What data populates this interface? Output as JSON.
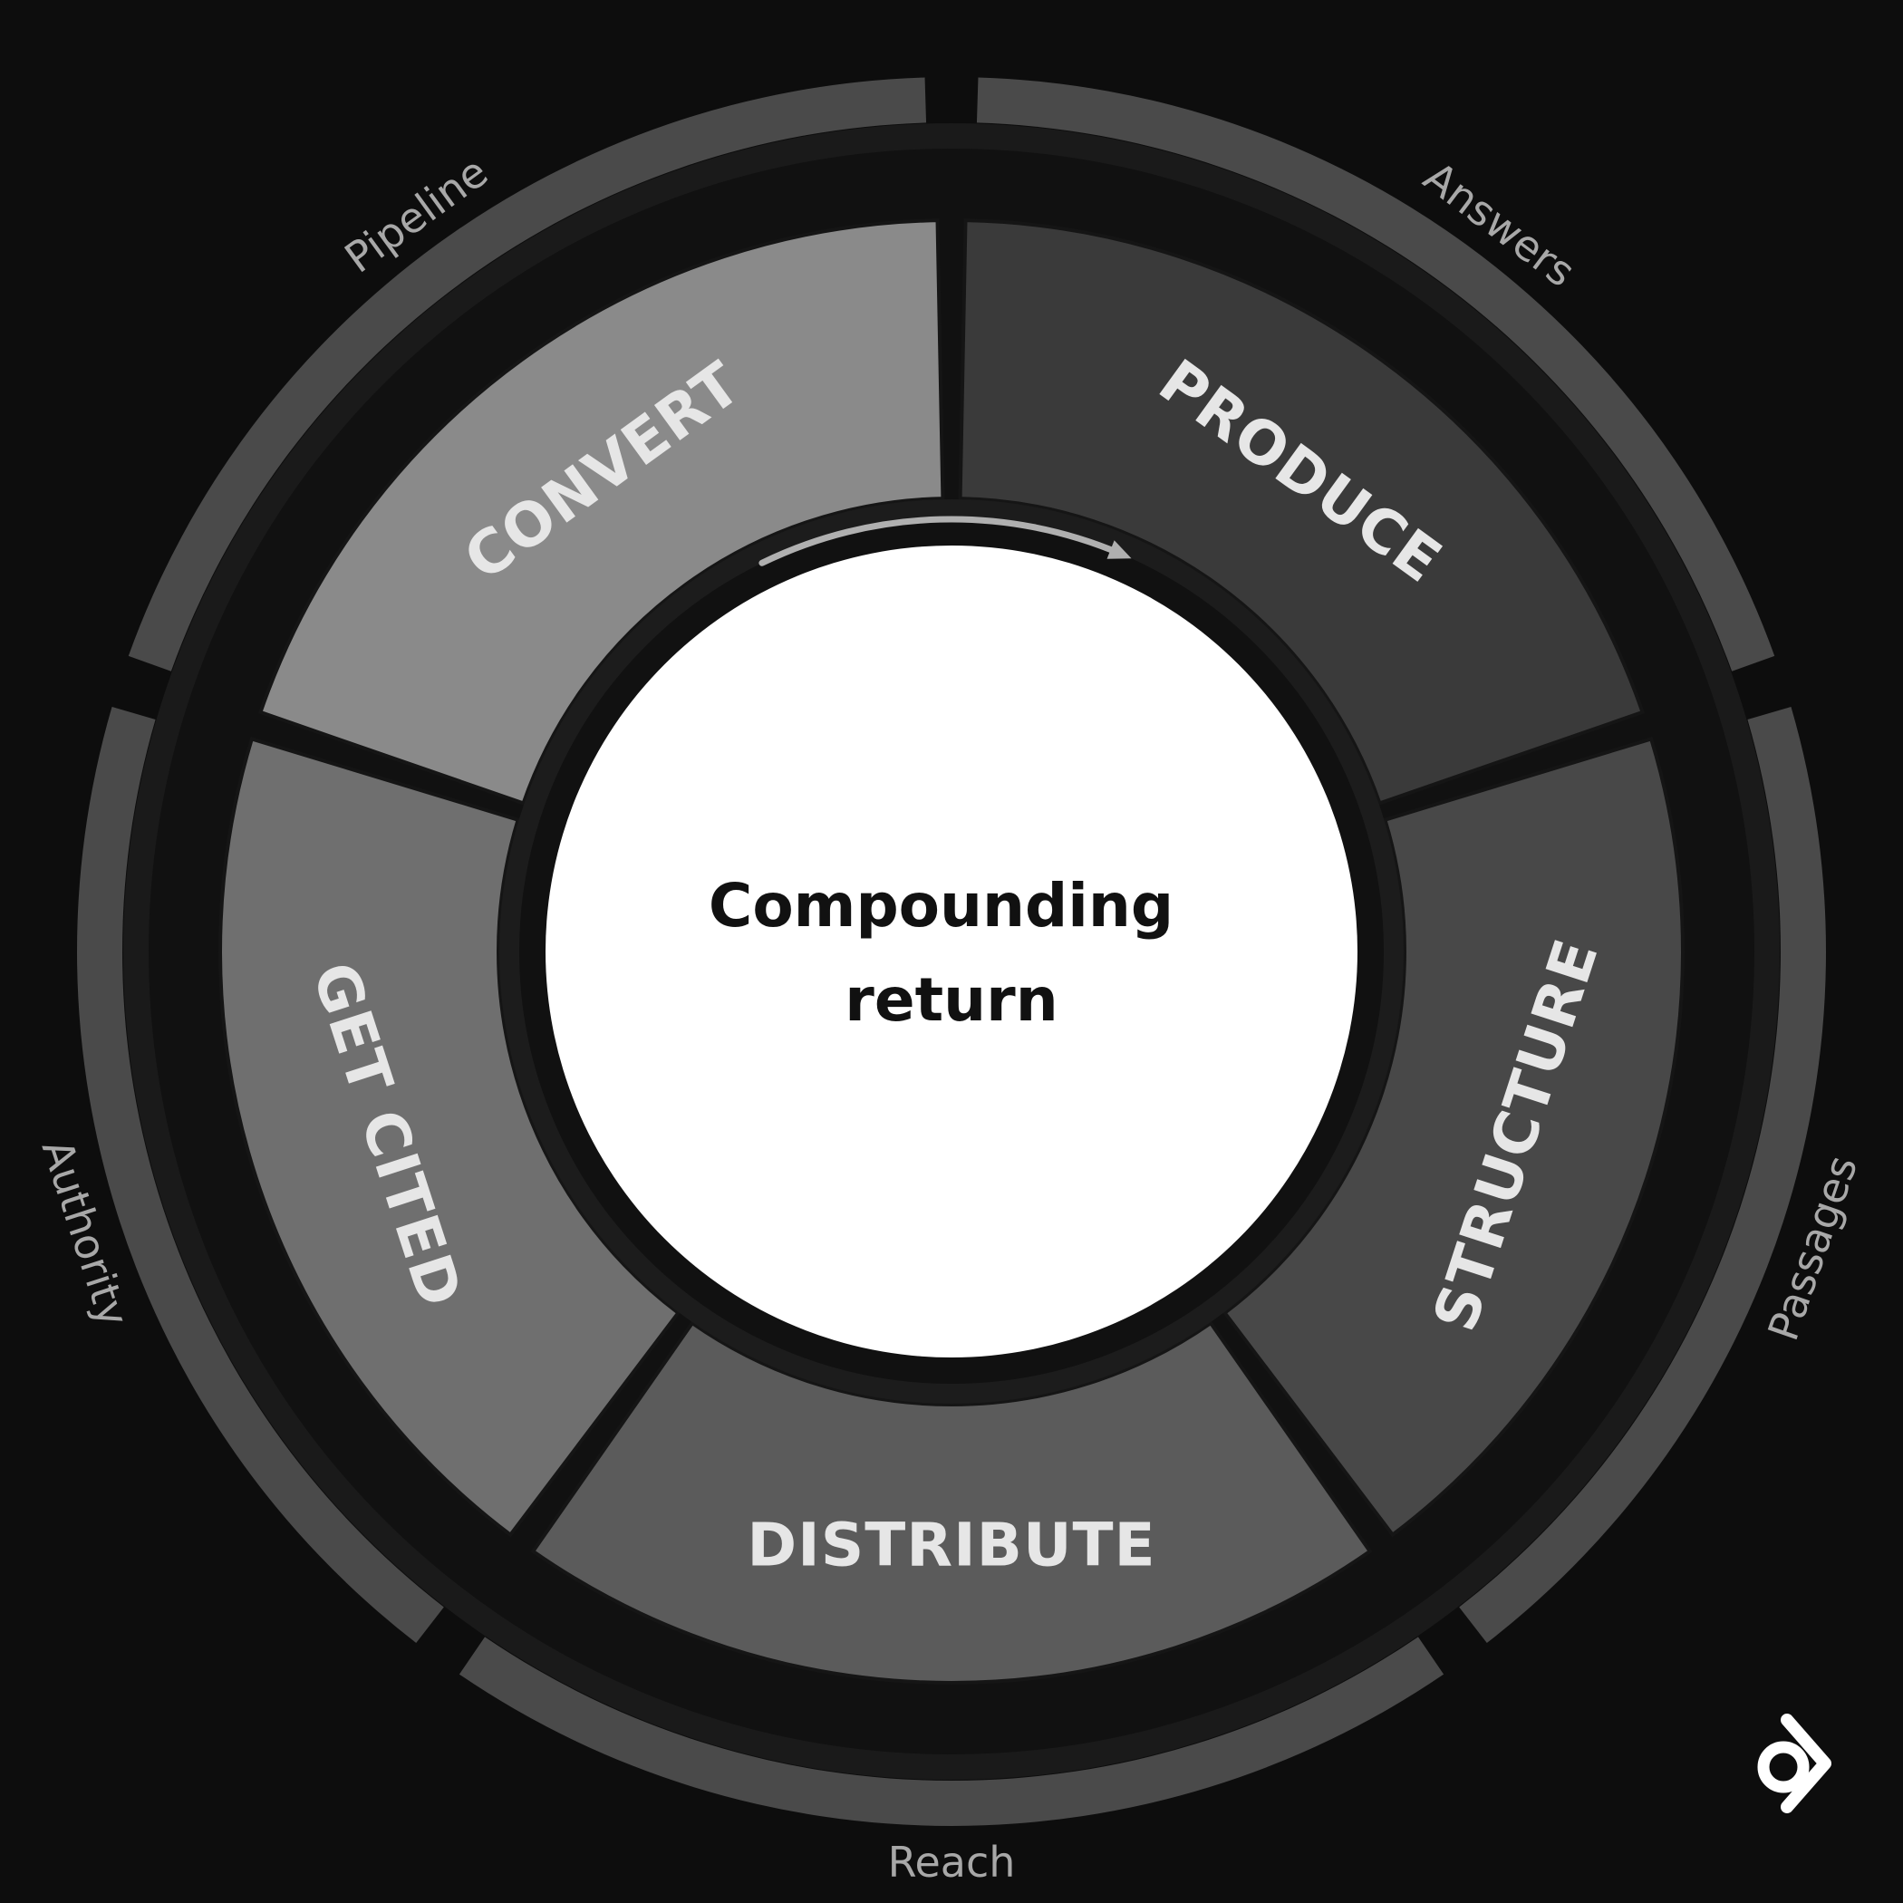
{
  "diagram": {
    "center_title_lines": [
      "Compounding",
      "return"
    ],
    "segments": [
      {
        "label": "PRODUCE",
        "color": "#3a3a3a"
      },
      {
        "label": "STRUCTURE",
        "color": "#484848"
      },
      {
        "label": "DISTRIBUTE",
        "color": "#5b5b5b"
      },
      {
        "label": "GET CITED",
        "color": "#6f6f6f"
      },
      {
        "label": "CONVERT",
        "color": "#8a8a8a"
      }
    ],
    "outer_labels": [
      "Answers",
      "Passages",
      "Reach",
      "Authority",
      "Pipeline"
    ],
    "colors": {
      "background": "#0d0d0d",
      "outer_band": "#4a4a4a",
      "ring_dark": "#1a1a1a",
      "segment_label": "#e6e6e6",
      "outer_label": "#a8a8a8",
      "center_fill": "#ffffff",
      "center_text": "#111111",
      "arrow": "#b0b0b0"
    },
    "logo_icon": "brand-logo-icon"
  }
}
